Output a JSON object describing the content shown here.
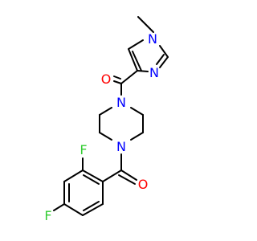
{
  "colors": {
    "bond": "#000000",
    "nitrogen": "#0000ff",
    "oxygen": "#ff0000",
    "fluorine": "#33cc33"
  },
  "atoms": {
    "n_methyl": "N",
    "n_ring": "N",
    "o_top": "O",
    "n_pip_top": "N",
    "n_pip_bottom": "N",
    "o_bottom": "O",
    "f_ortho": "F",
    "f_para": "F"
  }
}
